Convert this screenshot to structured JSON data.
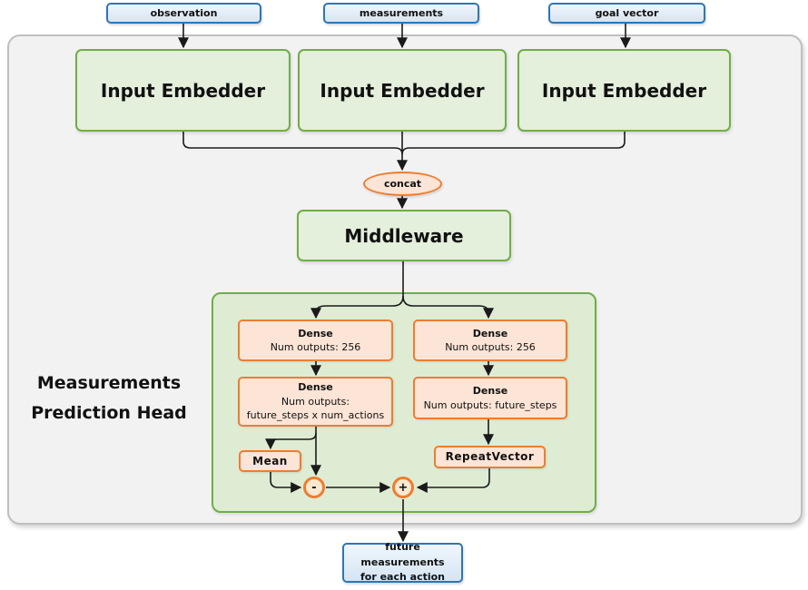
{
  "diagram": {
    "inputs": [
      {
        "label": "observation"
      },
      {
        "label": "measurements"
      },
      {
        "label": "goal vector"
      }
    ],
    "embedders": [
      {
        "label": "Input Embedder"
      },
      {
        "label": "Input Embedder"
      },
      {
        "label": "Input Embedder"
      }
    ],
    "concat": {
      "label": "concat"
    },
    "middleware": {
      "label": "Middleware"
    },
    "head": {
      "title_line1": "Measurements",
      "title_line2": "Prediction Head",
      "left_branch": {
        "dense1": {
          "title": "Dense",
          "subtitle": "Num outputs: 256"
        },
        "dense2": {
          "title": "Dense",
          "subtitle": "Num outputs:",
          "subtitle2": "future_steps x num_actions"
        },
        "mean": {
          "label": "Mean"
        },
        "subtract": {
          "label": "-"
        }
      },
      "right_branch": {
        "dense1": {
          "title": "Dense",
          "subtitle": "Num outputs: 256"
        },
        "dense2": {
          "title": "Dense",
          "subtitle": "Num outputs: future_steps"
        },
        "repeat_vector": {
          "label": "RepeatVector"
        },
        "add": {
          "label": "+"
        }
      }
    },
    "output": {
      "line1": "future measurements",
      "line2": "for each action"
    },
    "colors": {
      "green_border": "#70ad47",
      "green_fill": "#e4efdc",
      "head_container_fill": "#dfecd4",
      "orange_border": "#ed7d31",
      "orange_fill": "#fce4d6",
      "blue_border": "#2e75b6",
      "blue_fill": "#dce9f6",
      "frame_fill": "#f2f2f2",
      "frame_border": "#bfbfbf",
      "wire": "#1a1a1a"
    }
  }
}
